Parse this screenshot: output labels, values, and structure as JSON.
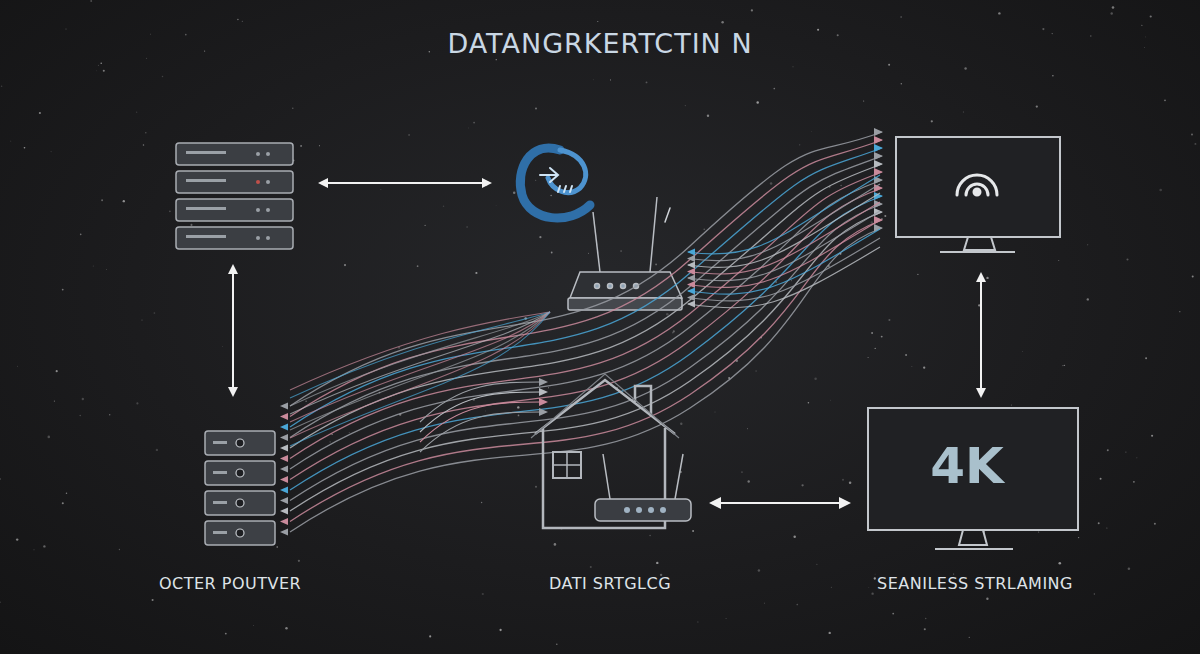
{
  "diagram": {
    "title": "DATANGRKERTCTIN N",
    "nodes": [
      {
        "text": [
          "OCTER POUTVER"
        ]
      },
      {
        "text": [
          "DATI SRTGLCG"
        ]
      },
      {
        "text": [
          "4K",
          "SEANILESS STRLAMING"
        ]
      }
    ],
    "edges": [
      {
        "from": 1,
        "to": 2,
        "arrow": "both"
      }
    ]
  }
}
